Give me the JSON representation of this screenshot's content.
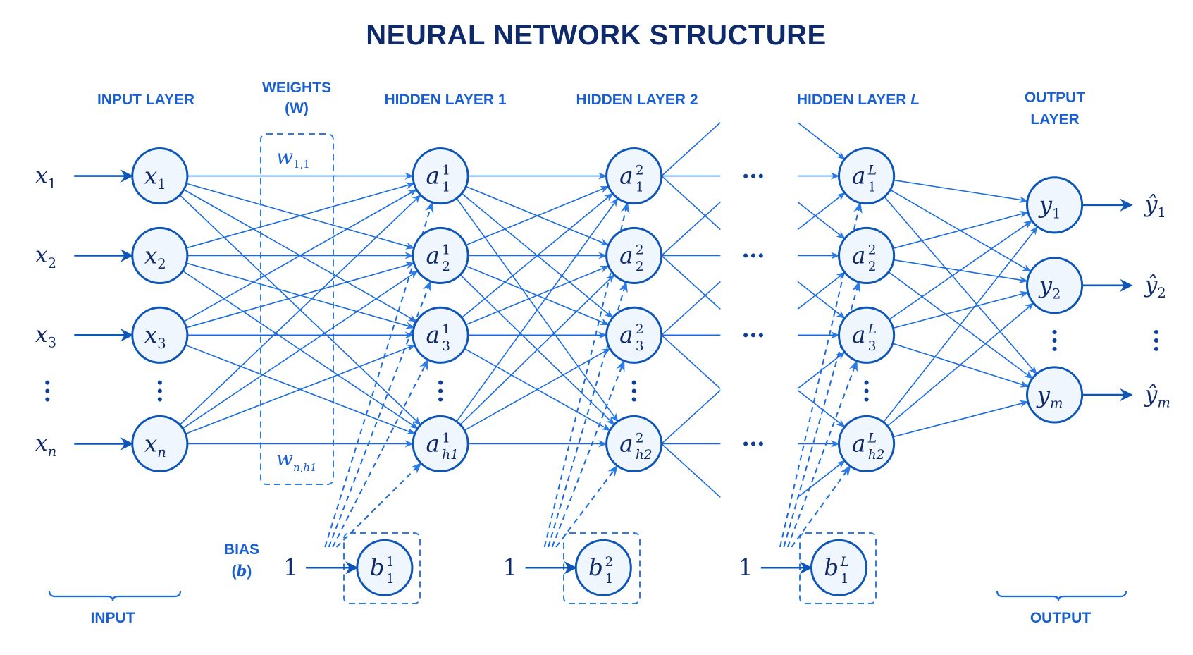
{
  "title": "NEURAL NETWORK STRUCTURE",
  "headers": {
    "input_layer": "INPUT LAYER",
    "weights_line1": "WEIGHTS",
    "weights_line2": "(W)",
    "hidden1": "HIDDEN LAYER 1",
    "hidden2": "HIDDEN LAYER 2",
    "hiddenL_prefix": "HIDDEN LAYER",
    "hiddenL_var": "L",
    "output_line1": "OUTPUT",
    "output_line2": "LAYER",
    "bias_line1": "BIAS",
    "bias_var": "b",
    "input_bottom": "INPUT",
    "output_bottom": "OUTPUT"
  },
  "inputs": [
    {
      "base": "x",
      "sub": "1"
    },
    {
      "base": "x",
      "sub": "2"
    },
    {
      "base": "x",
      "sub": "3"
    },
    {
      "base": "x",
      "sub": "n"
    }
  ],
  "hidden1": [
    {
      "base": "a",
      "sup": "1",
      "sub": "1"
    },
    {
      "base": "a",
      "sup": "1",
      "sub": "2"
    },
    {
      "base": "a",
      "sup": "1",
      "sub": "3"
    },
    {
      "base": "a",
      "sup": "1",
      "sub": "h1"
    }
  ],
  "hidden2": [
    {
      "base": "a",
      "sup": "2",
      "sub": "1"
    },
    {
      "base": "a",
      "sup": "2",
      "sub": "2"
    },
    {
      "base": "a",
      "sup": "2",
      "sub": "3"
    },
    {
      "base": "a",
      "sup": "2",
      "sub": "h2"
    }
  ],
  "hiddenL": [
    {
      "base": "a",
      "sup": "L",
      "sub": "1"
    },
    {
      "base": "a",
      "sup": "2",
      "sub": "2"
    },
    {
      "base": "a",
      "sup": "L",
      "sub": "3"
    },
    {
      "base": "a",
      "sup": "L",
      "sub": "h2"
    }
  ],
  "outputs": [
    {
      "base": "y",
      "sub": "1",
      "hat": "ŷ"
    },
    {
      "base": "y",
      "sub": "2",
      "hat": "ŷ"
    },
    {
      "base": "y",
      "sub": "m",
      "hat": "ŷ"
    }
  ],
  "weights": {
    "top": {
      "base": "w",
      "sub": "1,1"
    },
    "bottom": {
      "base": "w",
      "sub": "n,h1"
    }
  },
  "biases": [
    {
      "input": "1",
      "base": "b",
      "sup": "1",
      "sub": "1"
    },
    {
      "input": "1",
      "base": "b",
      "sup": "2",
      "sub": "1"
    },
    {
      "input": "1",
      "base": "b",
      "sup": "L",
      "sub": "1"
    }
  ],
  "ellipsis_h": "···",
  "colors": {
    "title": "#0f2a6b",
    "header": "#1a5fd0",
    "edge": "#1a6be0",
    "node_stroke": "#0d56b8",
    "node_fill": "#f0f6fd"
  }
}
